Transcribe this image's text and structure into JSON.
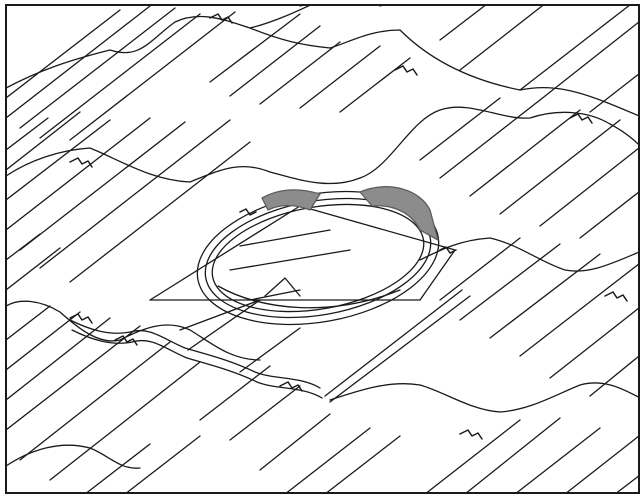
{
  "figure": {
    "colors": {
      "line": "#1a1a1a",
      "background": "#ffffff",
      "membrane": "#8c8c8c",
      "membrane_dark": "#5e5e5e"
    },
    "icons": [
      "roof-tile-pattern",
      "tile-clip-icon",
      "vent-adapter-ring",
      "flashing-membrane"
    ]
  }
}
